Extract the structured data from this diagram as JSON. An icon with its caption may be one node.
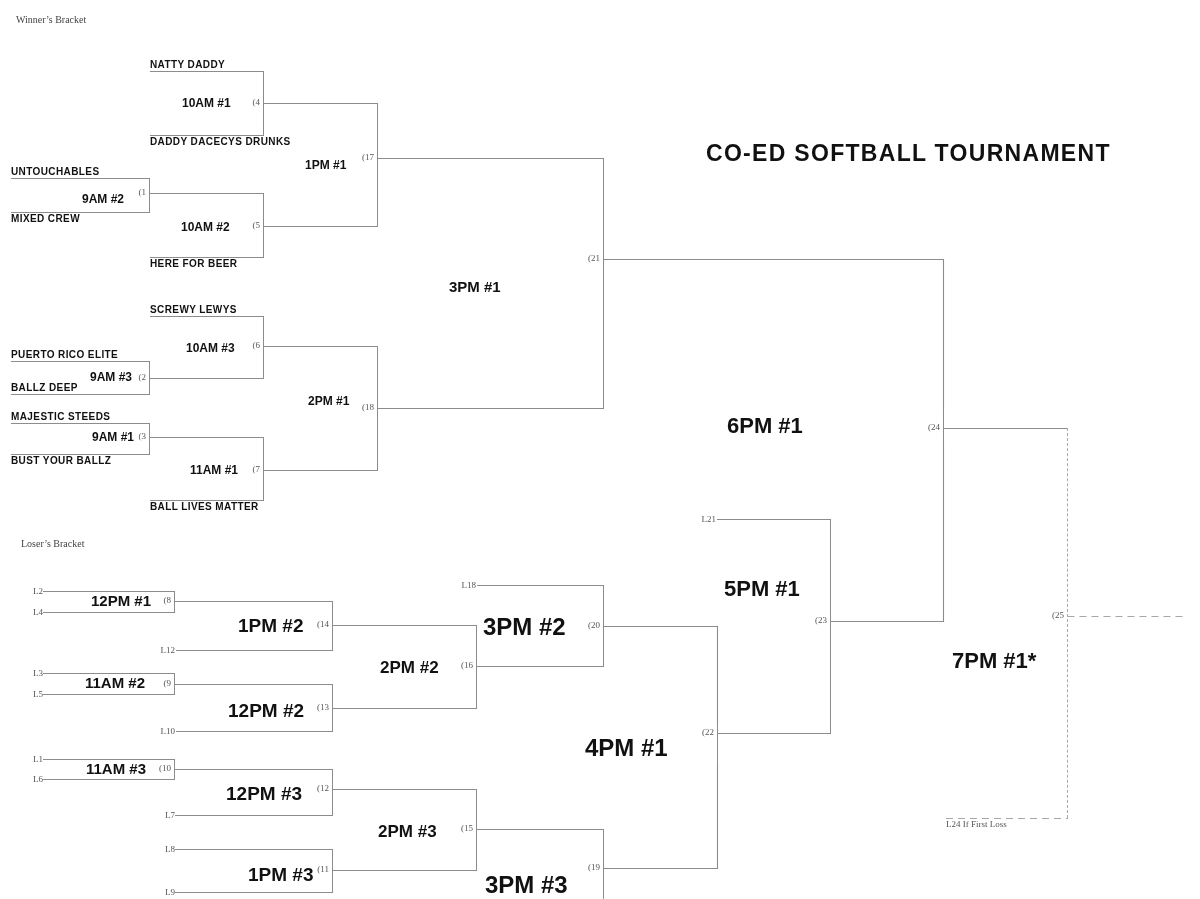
{
  "diagram": {
    "title": "CO-ED SOFTBALL TOURNAMENT",
    "nodes": [
      {
        "text": [
          "NATTY DADDY"
        ]
      },
      {
        "text": [
          "10AM #1",
          "(4"
        ]
      },
      {
        "text": [
          "DADDY DACECYS DRUNKS"
        ]
      },
      {
        "text": [
          "1PM #1",
          "(17"
        ]
      },
      {
        "text": [
          "UNTOUCHABLES"
        ]
      },
      {
        "text": [
          "9AM #2",
          "(1"
        ]
      },
      {
        "text": [
          "MIXED CREW"
        ]
      },
      {
        "text": [
          "10AM #2",
          "(5"
        ]
      },
      {
        "text": [
          "HERE FOR BEER"
        ]
      },
      {
        "text": [
          "3PM #1",
          "(21"
        ]
      },
      {
        "text": [
          "SCREWY LEWYS"
        ]
      },
      {
        "text": [
          "10AM #3",
          "(6"
        ]
      },
      {
        "text": [
          "PUERTO RICO ELITE"
        ]
      },
      {
        "text": [
          "9AM #3",
          "(2"
        ]
      },
      {
        "text": [
          "BALLZ DEEP"
        ]
      },
      {
        "text": [
          "2PM #1",
          "(18"
        ]
      },
      {
        "text": [
          "MAJESTIC STEEDS"
        ]
      },
      {
        "text": [
          "9AM #1",
          "(3"
        ]
      },
      {
        "text": [
          "BUST YOUR BALLZ"
        ]
      },
      {
        "text": [
          "11AM #1",
          "(7"
        ]
      },
      {
        "text": [
          "BALL LIVES MATTER"
        ]
      },
      {
        "text": [
          "6PM #1",
          "(24"
        ]
      },
      {
        "text": [
          "7PM #1*",
          "(25"
        ]
      },
      {
        "text": [
          "L21"
        ]
      },
      {
        "text": [
          "5PM #1",
          "(23"
        ]
      },
      {
        "text": [
          "L18"
        ]
      },
      {
        "text": [
          "L2"
        ]
      },
      {
        "text": [
          "12PM #1",
          "(8"
        ]
      },
      {
        "text": [
          "L4"
        ]
      },
      {
        "text": [
          "1PM #2",
          "(14"
        ]
      },
      {
        "text": [
          "3PM #2",
          "(20"
        ]
      },
      {
        "text": [
          "L12"
        ]
      },
      {
        "text": [
          "2PM #2",
          "(16"
        ]
      },
      {
        "text": [
          "L3"
        ]
      },
      {
        "text": [
          "11AM #2",
          "(9"
        ]
      },
      {
        "text": [
          "L5"
        ]
      },
      {
        "text": [
          "12PM #2",
          "(13"
        ]
      },
      {
        "text": [
          "L10"
        ]
      },
      {
        "text": [
          "4PM #1",
          "(22"
        ]
      },
      {
        "text": [
          "L1"
        ]
      },
      {
        "text": [
          "11AM #3",
          "(10"
        ]
      },
      {
        "text": [
          "L6"
        ]
      },
      {
        "text": [
          "12PM #3",
          "(12"
        ]
      },
      {
        "text": [
          "L7"
        ]
      },
      {
        "text": [
          "2PM #3",
          "(15"
        ]
      },
      {
        "text": [
          "L24 If First Loss"
        ]
      },
      {
        "text": [
          "L8"
        ]
      },
      {
        "text": [
          "1PM #3",
          "(11"
        ]
      },
      {
        "text": [
          "L9"
        ]
      },
      {
        "text": [
          "3PM #3",
          "(19"
        ]
      }
    ],
    "edges": [
      {
        "from": 0,
        "to": 1,
        "arrow": "none"
      },
      {
        "from": 2,
        "to": 1,
        "arrow": "none"
      },
      {
        "from": 1,
        "to": 3,
        "arrow": "none"
      },
      {
        "from": 4,
        "to": 5,
        "arrow": "none"
      },
      {
        "from": 6,
        "to": 5,
        "arrow": "none"
      },
      {
        "from": 5,
        "to": 7,
        "arrow": "none"
      },
      {
        "from": 8,
        "to": 7,
        "arrow": "none"
      },
      {
        "from": 7,
        "to": 3,
        "arrow": "none"
      },
      {
        "from": 3,
        "to": 9,
        "arrow": "none"
      },
      {
        "from": 10,
        "to": 11,
        "arrow": "none"
      },
      {
        "from": 12,
        "to": 13,
        "arrow": "none"
      },
      {
        "from": 14,
        "to": 13,
        "arrow": "none"
      },
      {
        "from": 13,
        "to": 11,
        "arrow": "none"
      },
      {
        "from": 11,
        "to": 15,
        "arrow": "none"
      },
      {
        "from": 16,
        "to": 17,
        "arrow": "none"
      },
      {
        "from": 18,
        "to": 17,
        "arrow": "none"
      },
      {
        "from": 17,
        "to": 19,
        "arrow": "none"
      },
      {
        "from": 20,
        "to": 19,
        "arrow": "none"
      },
      {
        "from": 19,
        "to": 15,
        "arrow": "none"
      },
      {
        "from": 15,
        "to": 9,
        "arrow": "none"
      },
      {
        "from": 9,
        "to": 21,
        "arrow": "none"
      },
      {
        "from": 24,
        "to": 21,
        "arrow": "none"
      },
      {
        "from": 21,
        "to": 22,
        "arrow": "none"
      },
      {
        "from": 45,
        "to": 22,
        "arrow": "none",
        "style": "dashed"
      },
      {
        "from": 22,
        "to": null,
        "arrow": "none",
        "style": "dashed"
      },
      {
        "from": 26,
        "to": 27,
        "arrow": "none"
      },
      {
        "from": 28,
        "to": 27,
        "arrow": "none"
      },
      {
        "from": 27,
        "to": 29,
        "arrow": "none"
      },
      {
        "from": 31,
        "to": 29,
        "arrow": "none"
      },
      {
        "from": 29,
        "to": 32,
        "arrow": "none"
      },
      {
        "from": 33,
        "to": 34,
        "arrow": "none"
      },
      {
        "from": 35,
        "to": 34,
        "arrow": "none"
      },
      {
        "from": 34,
        "to": 36,
        "arrow": "none"
      },
      {
        "from": 37,
        "to": 36,
        "arrow": "none"
      },
      {
        "from": 36,
        "to": 32,
        "arrow": "none"
      },
      {
        "from": 25,
        "to": 30,
        "arrow": "none"
      },
      {
        "from": 32,
        "to": 30,
        "arrow": "none"
      },
      {
        "from": 30,
        "to": 38,
        "arrow": "none"
      },
      {
        "from": 39,
        "to": 40,
        "arrow": "none"
      },
      {
        "from": 41,
        "to": 40,
        "arrow": "none"
      },
      {
        "from": 40,
        "to": 42,
        "arrow": "none"
      },
      {
        "from": 43,
        "to": 42,
        "arrow": "none"
      },
      {
        "from": 42,
        "to": 44,
        "arrow": "none"
      },
      {
        "from": 46,
        "to": 47,
        "arrow": "none"
      },
      {
        "from": 48,
        "to": 47,
        "arrow": "none"
      },
      {
        "from": 47,
        "to": 44,
        "arrow": "none"
      },
      {
        "from": 44,
        "to": 49,
        "arrow": "none"
      },
      {
        "from": 49,
        "to": 38,
        "arrow": "none"
      },
      {
        "from": 23,
        "to": 24,
        "arrow": "none"
      },
      {
        "from": 38,
        "to": 24,
        "arrow": "none"
      }
    ],
    "labels": [
      "Winner’s Bracket",
      "Loser’s Bracket"
    ]
  }
}
